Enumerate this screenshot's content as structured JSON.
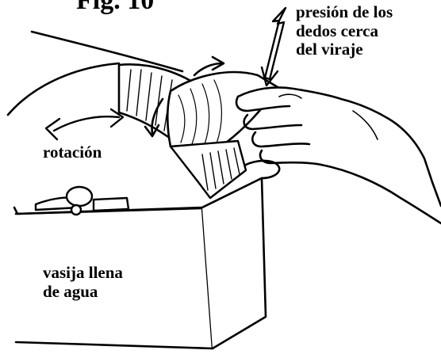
{
  "figure": {
    "title": "Fig. 10"
  },
  "labels": {
    "pressure": {
      "line1": "presión de los",
      "line2": "dedos cerca",
      "line3": "del viraje"
    },
    "rotation": "rotación",
    "vessel": {
      "line1": "vasija llena",
      "line2": "de agua"
    }
  },
  "colors": {
    "ink": "#000000",
    "paper": "#ffffff"
  },
  "icons": {
    "pressure_arrow": "arrow-down-left-icon",
    "rotation_arrow": "curved-double-arrow-icon"
  }
}
